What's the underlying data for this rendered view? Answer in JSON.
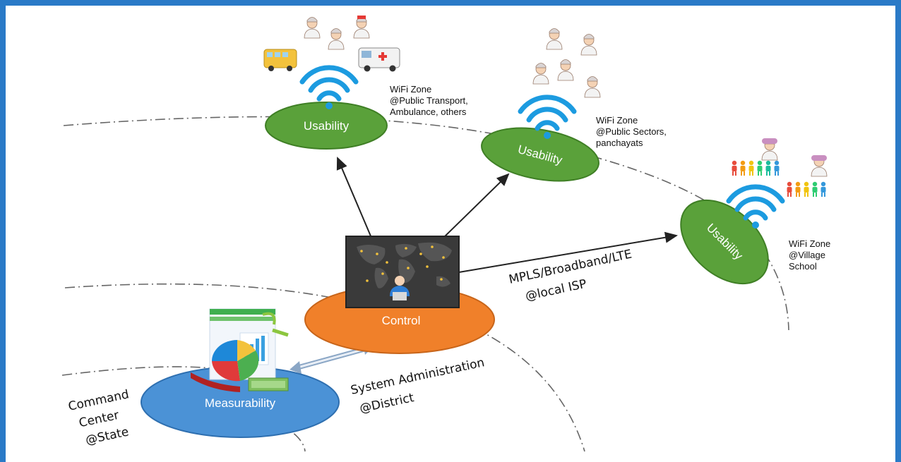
{
  "colors": {
    "frame": "#2a7ac7",
    "usability_fill": "#5aa13a",
    "control_fill": "#f0802a",
    "measurability_fill": "#4b92d6",
    "wifi": "#1c9be0"
  },
  "nodes": {
    "usability_1": "Usability",
    "usability_2": "Usability",
    "usability_3": "Usability",
    "control": "Control",
    "measurability": "Measurability"
  },
  "zones": {
    "zone1": {
      "line1": "WiFi Zone",
      "line2": "@Public Transport,",
      "line3": "Ambulance, others"
    },
    "zone2": {
      "line1": "WiFi Zone",
      "line2": "@Public Sectors,",
      "line3": "panchayats"
    },
    "zone3": {
      "line1": "WiFi Zone",
      "line2": "@Village",
      "line3": "School"
    }
  },
  "labels": {
    "network_line1": "MPLS/Broadband/LTE",
    "network_line2": "@local ISP",
    "sysadmin_line1": "System Administration",
    "sysadmin_line2": "@District",
    "command_line1": "Command",
    "command_line2": "Center",
    "command_line3": "@State"
  },
  "icons": [
    "wifi-icon",
    "person-icon",
    "nurse-icon",
    "school-bus-icon",
    "ambulance-icon",
    "family-icon",
    "world-map-monitor-icon",
    "analytics-chart-icon"
  ]
}
